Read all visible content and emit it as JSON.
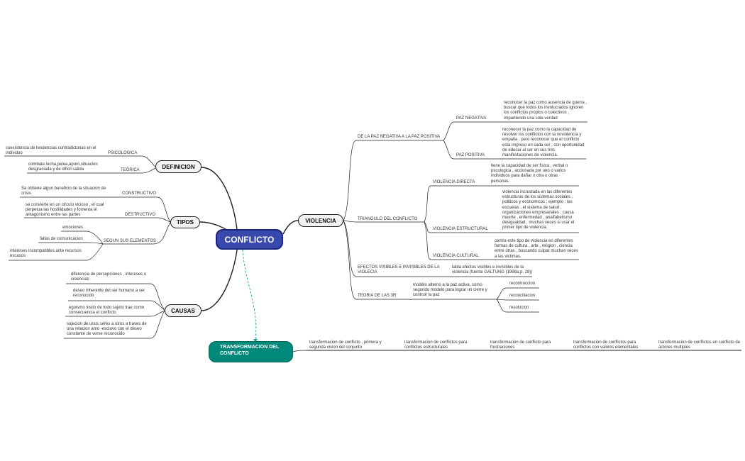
{
  "central": "CONFLICTO",
  "floating_topic": "TRANSFORMACION DEL CONFLICTO",
  "left": {
    "definicion": {
      "label": "DEFINICION",
      "psicologica": "PSICOLOGICA",
      "psicologica_text": "coexistencia de tendencias contradictorias en el individuo",
      "teorica": "TEORICA",
      "teorica_text": "combate.lucha,pelea,apuro,situacion desgraciada y de dificil salida"
    },
    "tipos": {
      "label": "TIPOS",
      "constructivo": "CONSTRUCTIVO",
      "constructivo_text": "Sa obtiene algun beneficio de la situacion de crisis.",
      "destructivo": "DESTRUCTIVO",
      "destructivo_text": "se convierte en un circulo vicioso , el cual perpetua las hostilidades y fomenta el antagonismo entre las partes",
      "segun": "SEGUN SUS ELEMENTOS",
      "elementos": [
        "emociones",
        "fallas de comunicacion",
        "intereses incompatibles ante recursos escasos"
      ]
    },
    "causas": {
      "label": "CAUSAS",
      "items": [
        "diferencia de persepciones , intereses o creencias",
        "deseo inherente del ser humano a ser reconocido",
        "egoismo insito de todo sujeto trae como consecuencia el conflicto",
        "sujecion de unos seres a otros a traves de una relacion amo -esclavo con el deseo constante de verse reconocido"
      ]
    }
  },
  "violencia": {
    "label": "VIOLENCIA",
    "paz_branch": "DE LA PAZ NEGATIVA A LA PAZ POSITIVA",
    "paz_negativa": "PAZ NEGATIVA",
    "paz_negativa_text": "reconocer la paz como ausencia de guerra , buscar que todos los involucrados ignoren los conflictos propios o colectivos , impartiendo una sola verdad",
    "paz_positiva": "PAZ POSITIVA",
    "paz_positiva_text": "reconocer la paz como la capacidad de resolver los conflictos con la noviolencia y empatia , pero reconocer que el conflicto esta impreso en cada ser , con oportunidad de educar al ser en sus tres manifestaciones de violencia.",
    "triangulo": "TRIANGULO DEL CONFLICTO",
    "directa": "VIOLENCIA DIRECTA",
    "directa_text": "tiene la capacidad de ser fisica , verbal o pscologica , accionada por uno o varios individuos para dañar o otra u otras personas.",
    "estructural": "VIOLENCIA ESTRUCTURAL",
    "estructural_text": "violencia incrustada en las diferentes estructuras de los sistemas sociales , politicos y economicos ; ejemplo : las escuelas , el sistema de salud , organizaciones empresariales ; causa muerte , enfermedad , analfabetismo desigualdad , muchas veces si usar el primer tipo de violencia.",
    "cultural": "VIOLENCIA CULTURAL",
    "cultural_text": "centra este tipo de violencia en diferentes formas de cultura , arte , religion , ciencia entre otras , buscando culpar muchas veces a las victimas.",
    "efectos": "EFECTOS VISIBLES E INVISIBLES DE LA VIOLECIA",
    "efectos_text": "tabla efectos visibles e invisibles de la violencia (fuente GALTUNG (1998a,p. 28))",
    "teoria": "TEORIA DE LAS 3R",
    "teoria_text": "modelo alterno a la paz activa, como segundo modelo para lograr un cierre y contruir la paz",
    "rs": [
      "recontruccion",
      "reconciliacion",
      "resolucion"
    ]
  },
  "transformacion": [
    "transformacion de conflicto , primera y segunda vision del conjunto",
    "transformacion de conflictos para conflictos estructurales",
    "transformacion de conflicto para frustraciones",
    "transformacion de conflictos para conflictos con valores elementales",
    "transformacion de conflictos en conflicto de actores multiples"
  ],
  "colors": {
    "central_fill": "#3949ab",
    "floating_fill": "#00897b",
    "node_fill": "#f2f2f2",
    "line": "#222222",
    "dashed_connector": "#26a69a"
  }
}
